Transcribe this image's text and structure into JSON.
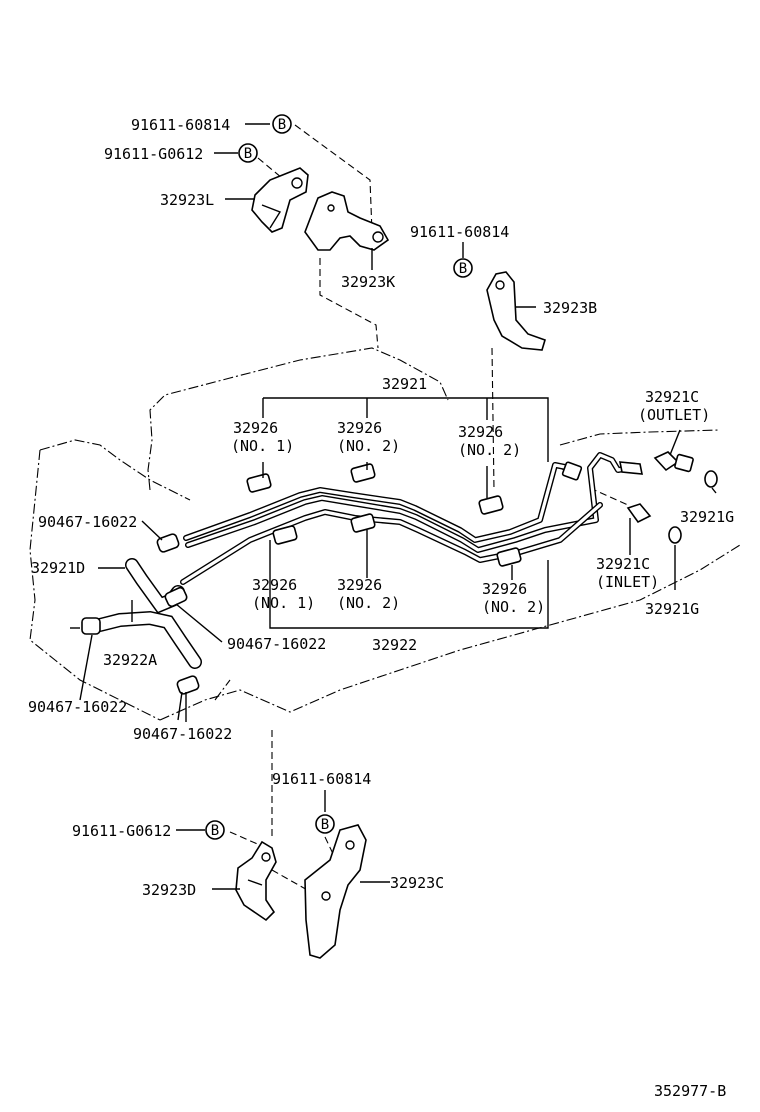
{
  "labels": {
    "bolt_top_1": "91611-60814",
    "bolt_top_2": "91611-G0612",
    "bracket_l": "32923L",
    "bracket_k": "32923K",
    "bolt_mid": "91611-60814",
    "bracket_b": "32923B",
    "pipe_upper": "32921",
    "sleeve_u1": "32926",
    "sleeve_u1_no": "(NO. 1)",
    "sleeve_u2": "32926",
    "sleeve_u2_no": "(NO. 2)",
    "sleeve_u3": "32926",
    "sleeve_u3_no": "(NO. 2)",
    "union_outlet": "32921C",
    "union_outlet_note": "(OUTLET)",
    "gasket_1": "32921G",
    "union_inlet": "32921C",
    "union_inlet_note": "(INLET)",
    "gasket_2": "32921G",
    "clip_1": "90467-16022",
    "hose_d": "32921D",
    "clip_2": "90467-16022",
    "hose_a": "32922A",
    "clip_3": "90467-16022",
    "clip_4": "90467-16022",
    "sleeve_l1": "32926",
    "sleeve_l1_no": "(NO. 1)",
    "sleeve_l2": "32926",
    "sleeve_l2_no": "(NO. 2)",
    "sleeve_l3": "32926",
    "sleeve_l3_no": "(NO. 2)",
    "pipe_lower": "32922",
    "bolt_bot_1": "91611-60814",
    "bolt_bot_2": "91611-G0612",
    "bracket_d": "32923D",
    "bracket_c": "32923C",
    "drawing_no": "352977-B"
  },
  "markers": {
    "bolt_ref": "B"
  }
}
